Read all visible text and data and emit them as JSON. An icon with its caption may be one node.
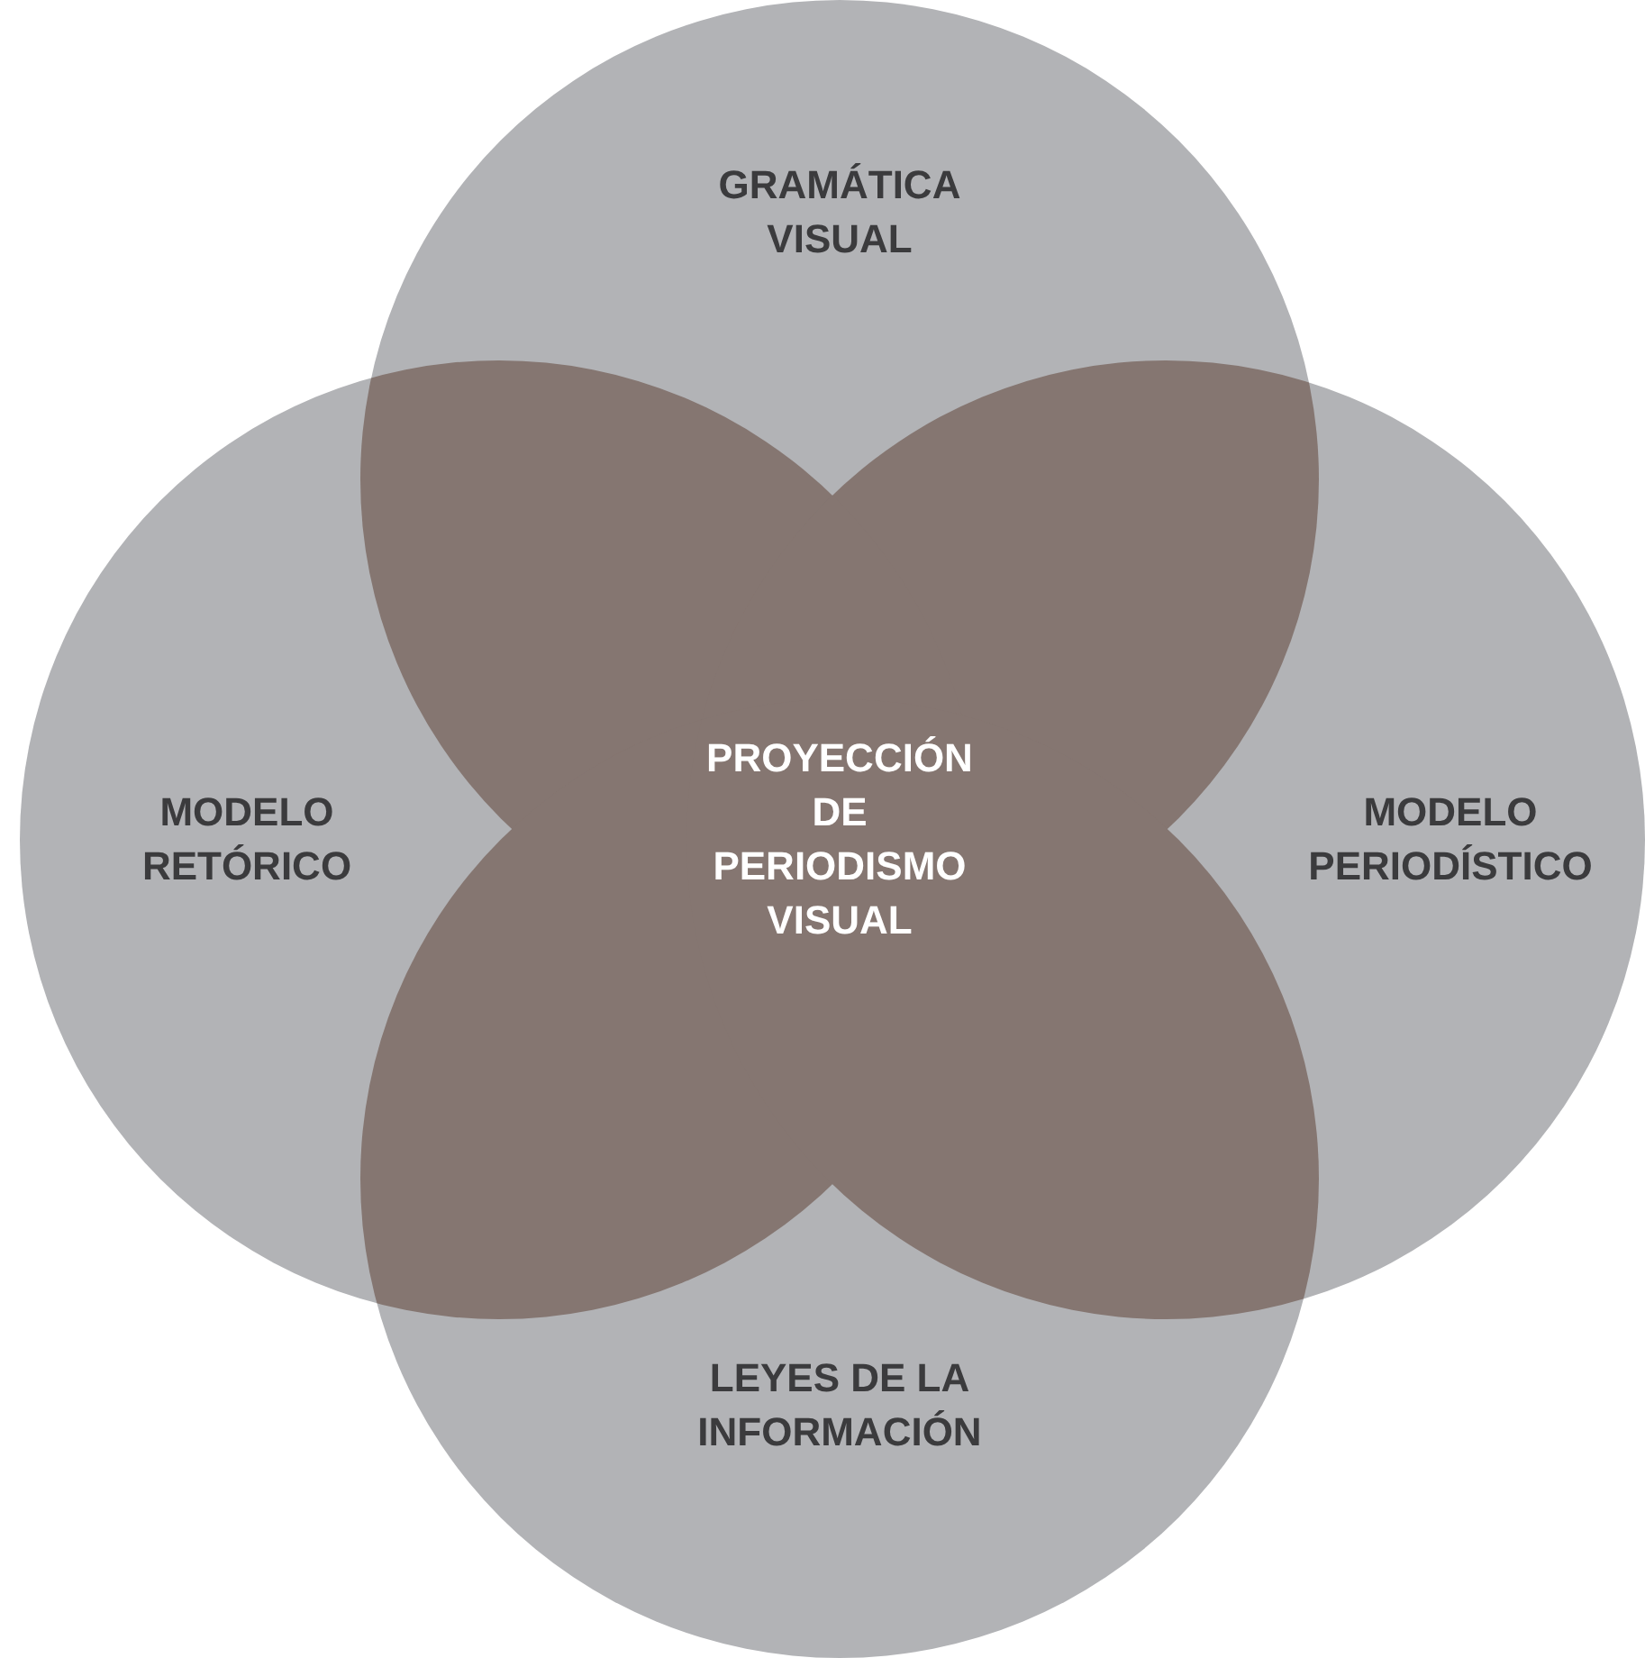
{
  "diagram": {
    "nodes": [
      {
        "text": [
          "GRAMÁTICA VISUAL"
        ]
      },
      {
        "text": [
          "MODELO RETÓRICO"
        ]
      },
      {
        "text": [
          "PROYECCIÓN DE PERIODISMO VISUAL"
        ]
      },
      {
        "text": [
          "MODELO PERIODÍSTICO"
        ]
      },
      {
        "text": [
          "LEYES DE LA INFORMACIÓN"
        ]
      }
    ]
  }
}
